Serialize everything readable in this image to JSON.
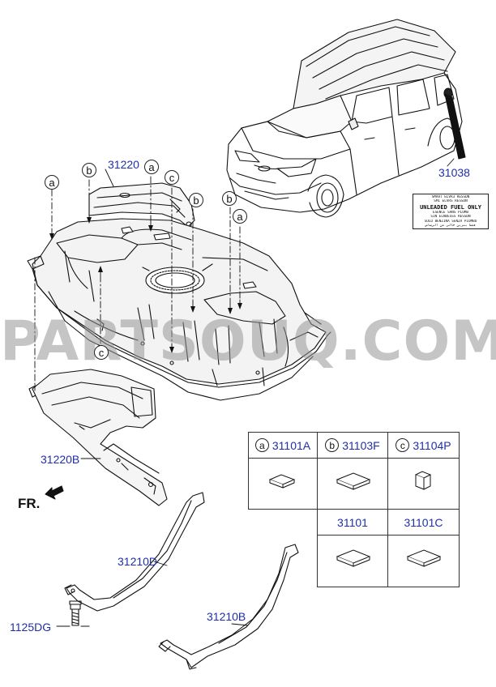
{
  "parts": {
    "p31220": "31220",
    "p31038": "31038",
    "p31220B": "31220B",
    "p31210D": "31210D",
    "p31210B": "31210B",
    "p1125DG": "1125DG"
  },
  "direction_label": "FR.",
  "callouts": {
    "a": "a",
    "b": "b",
    "c": "c"
  },
  "fuel_label": {
    "line1": "SMART ELVR3 RESSDN",
    "line2": "SMI ELVRS RESSDN",
    "line3": "UNLEADED FUEL ONLY",
    "line4": "ESENCE SANS PLOMB",
    "line5": "SIN ELNDESSS RESSDN",
    "line6": "SOLO BENZINA SENZA PIOMBO",
    "line7": "فقط بنزين خالي من الرصاص"
  },
  "table": {
    "headers": [
      {
        "letter": "a",
        "part": "31101A"
      },
      {
        "letter": "b",
        "part": "31103F"
      },
      {
        "letter": "c",
        "part": "31104P"
      }
    ],
    "row2": [
      "31101",
      "31101C"
    ]
  },
  "watermark": "PARTSOUQ.COM"
}
